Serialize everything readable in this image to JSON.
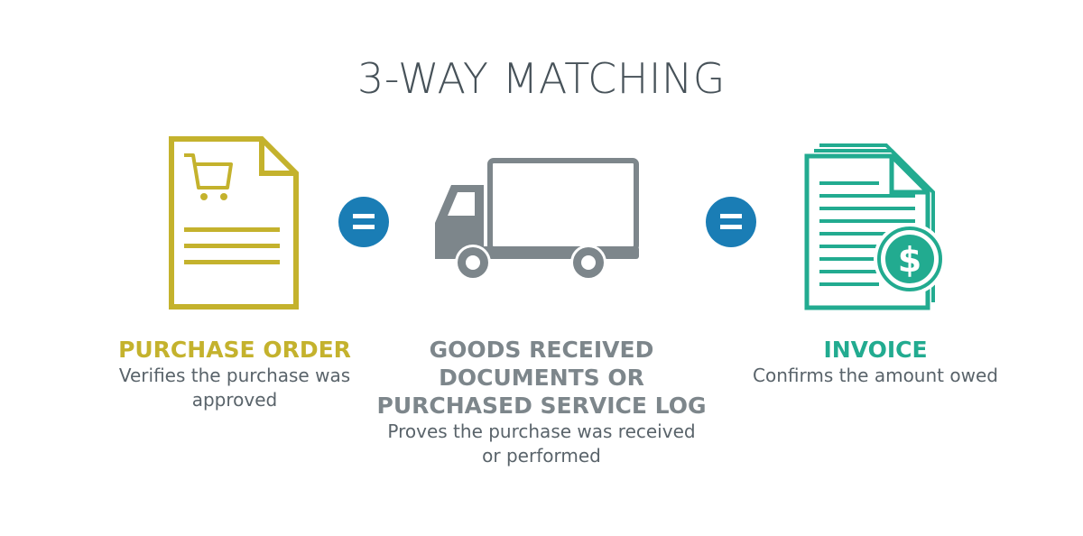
{
  "title": "3-WAY MATCHING",
  "colors": {
    "purchase_order": "#c4b22d",
    "goods_received": "#7d868b",
    "invoice": "#22ab90",
    "equals": "#1a7db5",
    "title": "#475259",
    "description": "#59636a"
  },
  "items": [
    {
      "icon": "purchase-order-cart-document-icon",
      "label_lines": [
        "PURCHASE ORDER"
      ],
      "desc_lines": [
        "Verifies the purchase was",
        "approved"
      ]
    },
    {
      "icon": "delivery-truck-icon",
      "label_lines": [
        "GOODS RECEIVED",
        "DOCUMENTS OR",
        "PURCHASED SERVICE LOG"
      ],
      "desc_lines": [
        "Proves the purchase was received",
        "or performed"
      ]
    },
    {
      "icon": "invoice-dollar-document-icon",
      "label_lines": [
        "INVOICE"
      ],
      "desc_lines": [
        "Confirms the amount owed"
      ]
    }
  ],
  "operators": [
    "equals-icon",
    "equals-icon"
  ]
}
